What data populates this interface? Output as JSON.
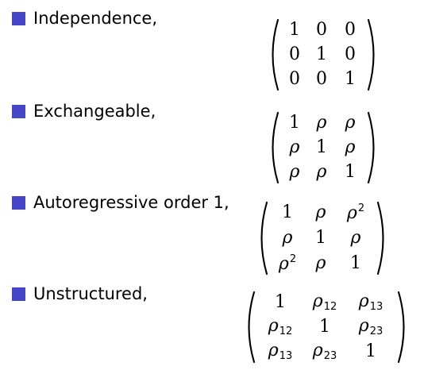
{
  "accent_color": "#4646c8",
  "structures": [
    {
      "label": "Independence,",
      "matrix": [
        [
          {
            "t": "1"
          },
          {
            "t": "0"
          },
          {
            "t": "0"
          }
        ],
        [
          {
            "t": "0"
          },
          {
            "t": "1"
          },
          {
            "t": "0"
          }
        ],
        [
          {
            "t": "0"
          },
          {
            "t": "0"
          },
          {
            "t": "1"
          }
        ]
      ]
    },
    {
      "label": "Exchangeable,",
      "matrix": [
        [
          {
            "t": "1"
          },
          {
            "t": "ρ"
          },
          {
            "t": "ρ"
          }
        ],
        [
          {
            "t": "ρ"
          },
          {
            "t": "1"
          },
          {
            "t": "ρ"
          }
        ],
        [
          {
            "t": "ρ"
          },
          {
            "t": "ρ"
          },
          {
            "t": "1"
          }
        ]
      ]
    },
    {
      "label": "Autoregressive order 1,",
      "matrix": [
        [
          {
            "t": "1"
          },
          {
            "t": "ρ"
          },
          {
            "t": "ρ",
            "sup": "2"
          }
        ],
        [
          {
            "t": "ρ"
          },
          {
            "t": "1"
          },
          {
            "t": "ρ"
          }
        ],
        [
          {
            "t": "ρ",
            "sup": "2"
          },
          {
            "t": "ρ"
          },
          {
            "t": "1"
          }
        ]
      ]
    },
    {
      "label": "Unstructured,",
      "matrix": [
        [
          {
            "t": "1"
          },
          {
            "t": "ρ",
            "sub": "12"
          },
          {
            "t": "ρ",
            "sub": "13"
          }
        ],
        [
          {
            "t": "ρ",
            "sub": "12"
          },
          {
            "t": "1"
          },
          {
            "t": "ρ",
            "sub": "23"
          }
        ],
        [
          {
            "t": "ρ",
            "sub": "13"
          },
          {
            "t": "ρ",
            "sub": "23"
          },
          {
            "t": "1"
          }
        ]
      ]
    }
  ]
}
